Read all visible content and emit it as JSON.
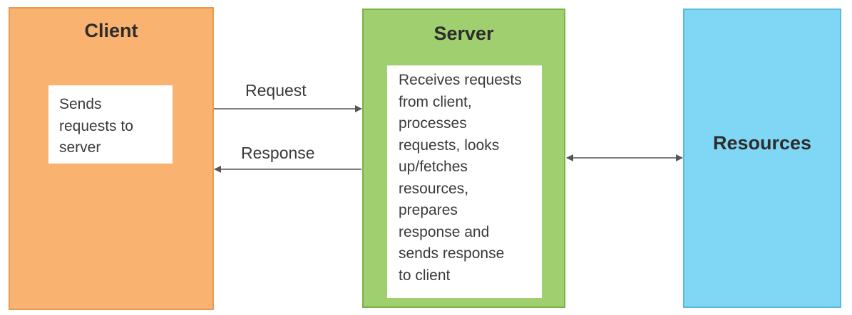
{
  "client": {
    "title": "Client",
    "description": "Sends\nrequests to\nserver"
  },
  "server": {
    "title": "Server",
    "description": "Receives requests\nfrom client,\nprocesses\nrequests, looks\nup/fetches\nresources,\nprepares\nresponse and\nsends response\nto client"
  },
  "resources": {
    "title": "Resources"
  },
  "arrows": {
    "request_label": "Request",
    "response_label": "Response"
  },
  "colors": {
    "client_fill": "#f9b26f",
    "server_fill": "#9fcf6e",
    "resources_fill": "#7fd7f5",
    "arrow": "#555555"
  }
}
